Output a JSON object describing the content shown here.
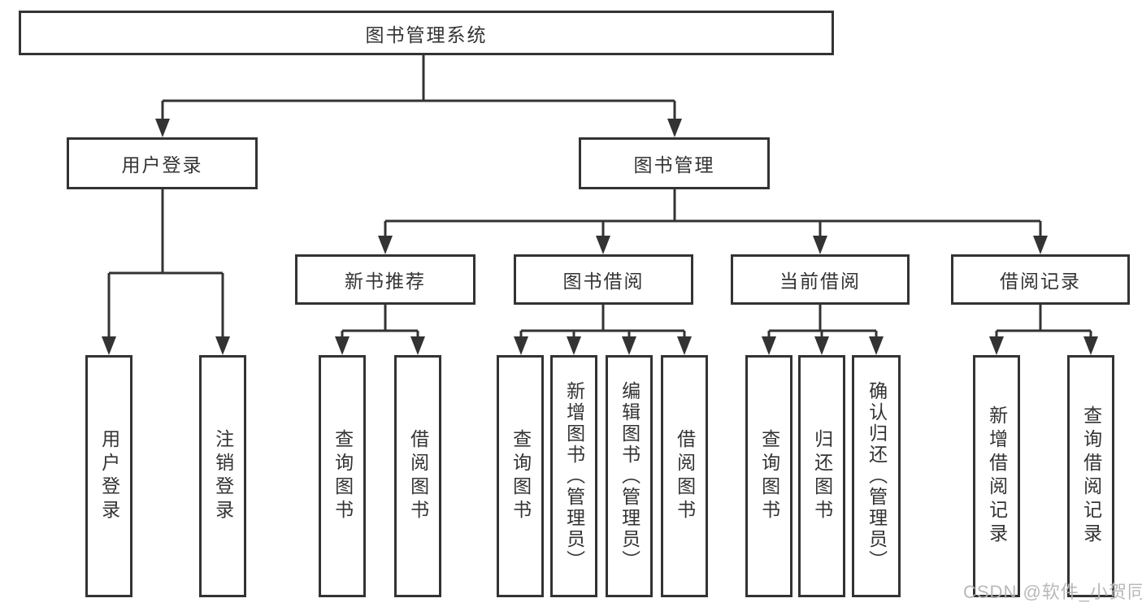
{
  "tree": {
    "label": "图书管理系统",
    "children": [
      {
        "label": "用户登录",
        "children": [
          {
            "label": "用户登录"
          },
          {
            "label": "注销登录"
          }
        ]
      },
      {
        "label": "图书管理",
        "children": [
          {
            "label": "新书推荐",
            "children": [
              {
                "label": "查询图书"
              },
              {
                "label": "借阅图书"
              }
            ]
          },
          {
            "label": "图书借阅",
            "children": [
              {
                "label": "查询图书"
              },
              {
                "label": "新增图书（管理员）"
              },
              {
                "label": "编辑图书（管理员）"
              },
              {
                "label": "借阅图书"
              }
            ]
          },
          {
            "label": "当前借阅",
            "children": [
              {
                "label": "查询图书"
              },
              {
                "label": "归还图书"
              },
              {
                "label": "确认归还（管理员）"
              }
            ]
          },
          {
            "label": "借阅记录",
            "children": [
              {
                "label": "新增借阅记录"
              },
              {
                "label": "查询借阅记录"
              }
            ]
          }
        ]
      }
    ]
  },
  "watermark": {
    "text": "CSDN @软件_小贺同学"
  },
  "colors": {
    "line": "#333333",
    "box_fill": "#ffffff",
    "text": "#333333",
    "background": "#ffffff",
    "watermark": "#b5b5b5"
  }
}
